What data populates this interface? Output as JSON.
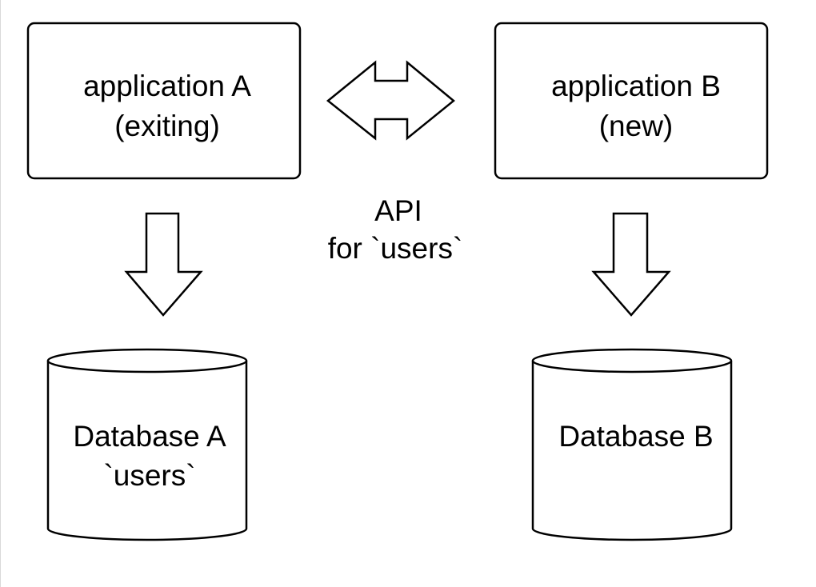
{
  "applications": [
    {
      "name": "application A",
      "note": "(exiting)"
    },
    {
      "name": "application B",
      "note": "(new)"
    }
  ],
  "api_label": {
    "line1": "API",
    "line2": "for `users`"
  },
  "databases": [
    {
      "name": "Database A",
      "detail": "`users`"
    },
    {
      "name": "Database B"
    }
  ],
  "colors": {
    "stroke": "#000000",
    "fill": "#ffffff",
    "text": "#000000"
  }
}
